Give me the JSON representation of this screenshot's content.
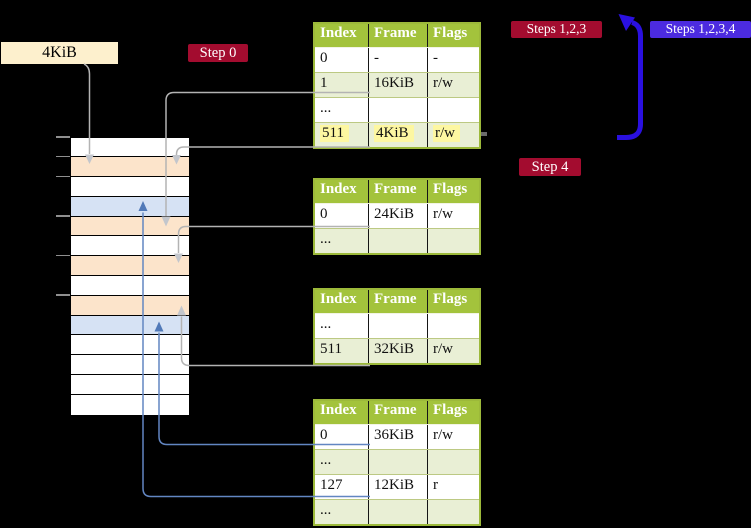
{
  "labels": {
    "page_size": "4KiB",
    "step0": "Step 0",
    "steps_123": "Steps 1,2,3",
    "steps_1234": "Steps 1,2,3,4",
    "step4": "Step 4"
  },
  "colors": {
    "accent_green": "#a3c33c",
    "row_green": "#e9efd5",
    "table_border": "#9cb93a",
    "row_sep": "#bcc983",
    "orange": "#fce4cb",
    "light_blue": "#d6e2f4",
    "cream": "#fdf0cd",
    "crimson": "#a30c2f",
    "badge_blue": "#4c2be0",
    "arrow_blue": "#2a10e0",
    "connector_gray": "#b3b3b3",
    "connector_gray_head": "#c3c6cc",
    "connector_blue": "#6286c2",
    "connector_blue_head": "#5179b8",
    "highlight_yellow": "#fdf7a1"
  },
  "memory_strip": {
    "rows": [
      "white",
      "orange",
      "white",
      "blue",
      "orange",
      "white",
      "orange",
      "white",
      "orange",
      "blue",
      "white",
      "white",
      "white",
      "white"
    ],
    "tick_row_boundaries": [
      0,
      1,
      2,
      4,
      6,
      8
    ]
  },
  "tables": [
    {
      "id": "page-table-0",
      "headers": [
        "Index",
        "Frame",
        "Flags"
      ],
      "rows": [
        {
          "cells": [
            "0",
            "-",
            "-"
          ]
        },
        {
          "cells": [
            "1",
            "16KiB",
            "r/w"
          ]
        },
        {
          "cells": [
            "...",
            "",
            ""
          ]
        },
        {
          "cells": [
            "511",
            "4KiB",
            "r/w"
          ],
          "highlight": true
        }
      ]
    },
    {
      "id": "page-table-1",
      "headers": [
        "Index",
        "Frame",
        "Flags"
      ],
      "rows": [
        {
          "cells": [
            "0",
            "24KiB",
            "r/w"
          ]
        },
        {
          "cells": [
            "...",
            "",
            ""
          ]
        }
      ]
    },
    {
      "id": "page-table-2",
      "headers": [
        "Index",
        "Frame",
        "Flags"
      ],
      "rows": [
        {
          "cells": [
            "...",
            "",
            ""
          ]
        },
        {
          "cells": [
            "511",
            "32KiB",
            "r/w"
          ]
        }
      ]
    },
    {
      "id": "page-table-3",
      "headers": [
        "Index",
        "Frame",
        "Flags"
      ],
      "rows": [
        {
          "cells": [
            "0",
            "36KiB",
            "r/w"
          ]
        },
        {
          "cells": [
            "...",
            "",
            ""
          ]
        },
        {
          "cells": [
            "127",
            "12KiB",
            "r"
          ]
        },
        {
          "cells": [
            "...",
            "",
            ""
          ]
        }
      ]
    }
  ]
}
